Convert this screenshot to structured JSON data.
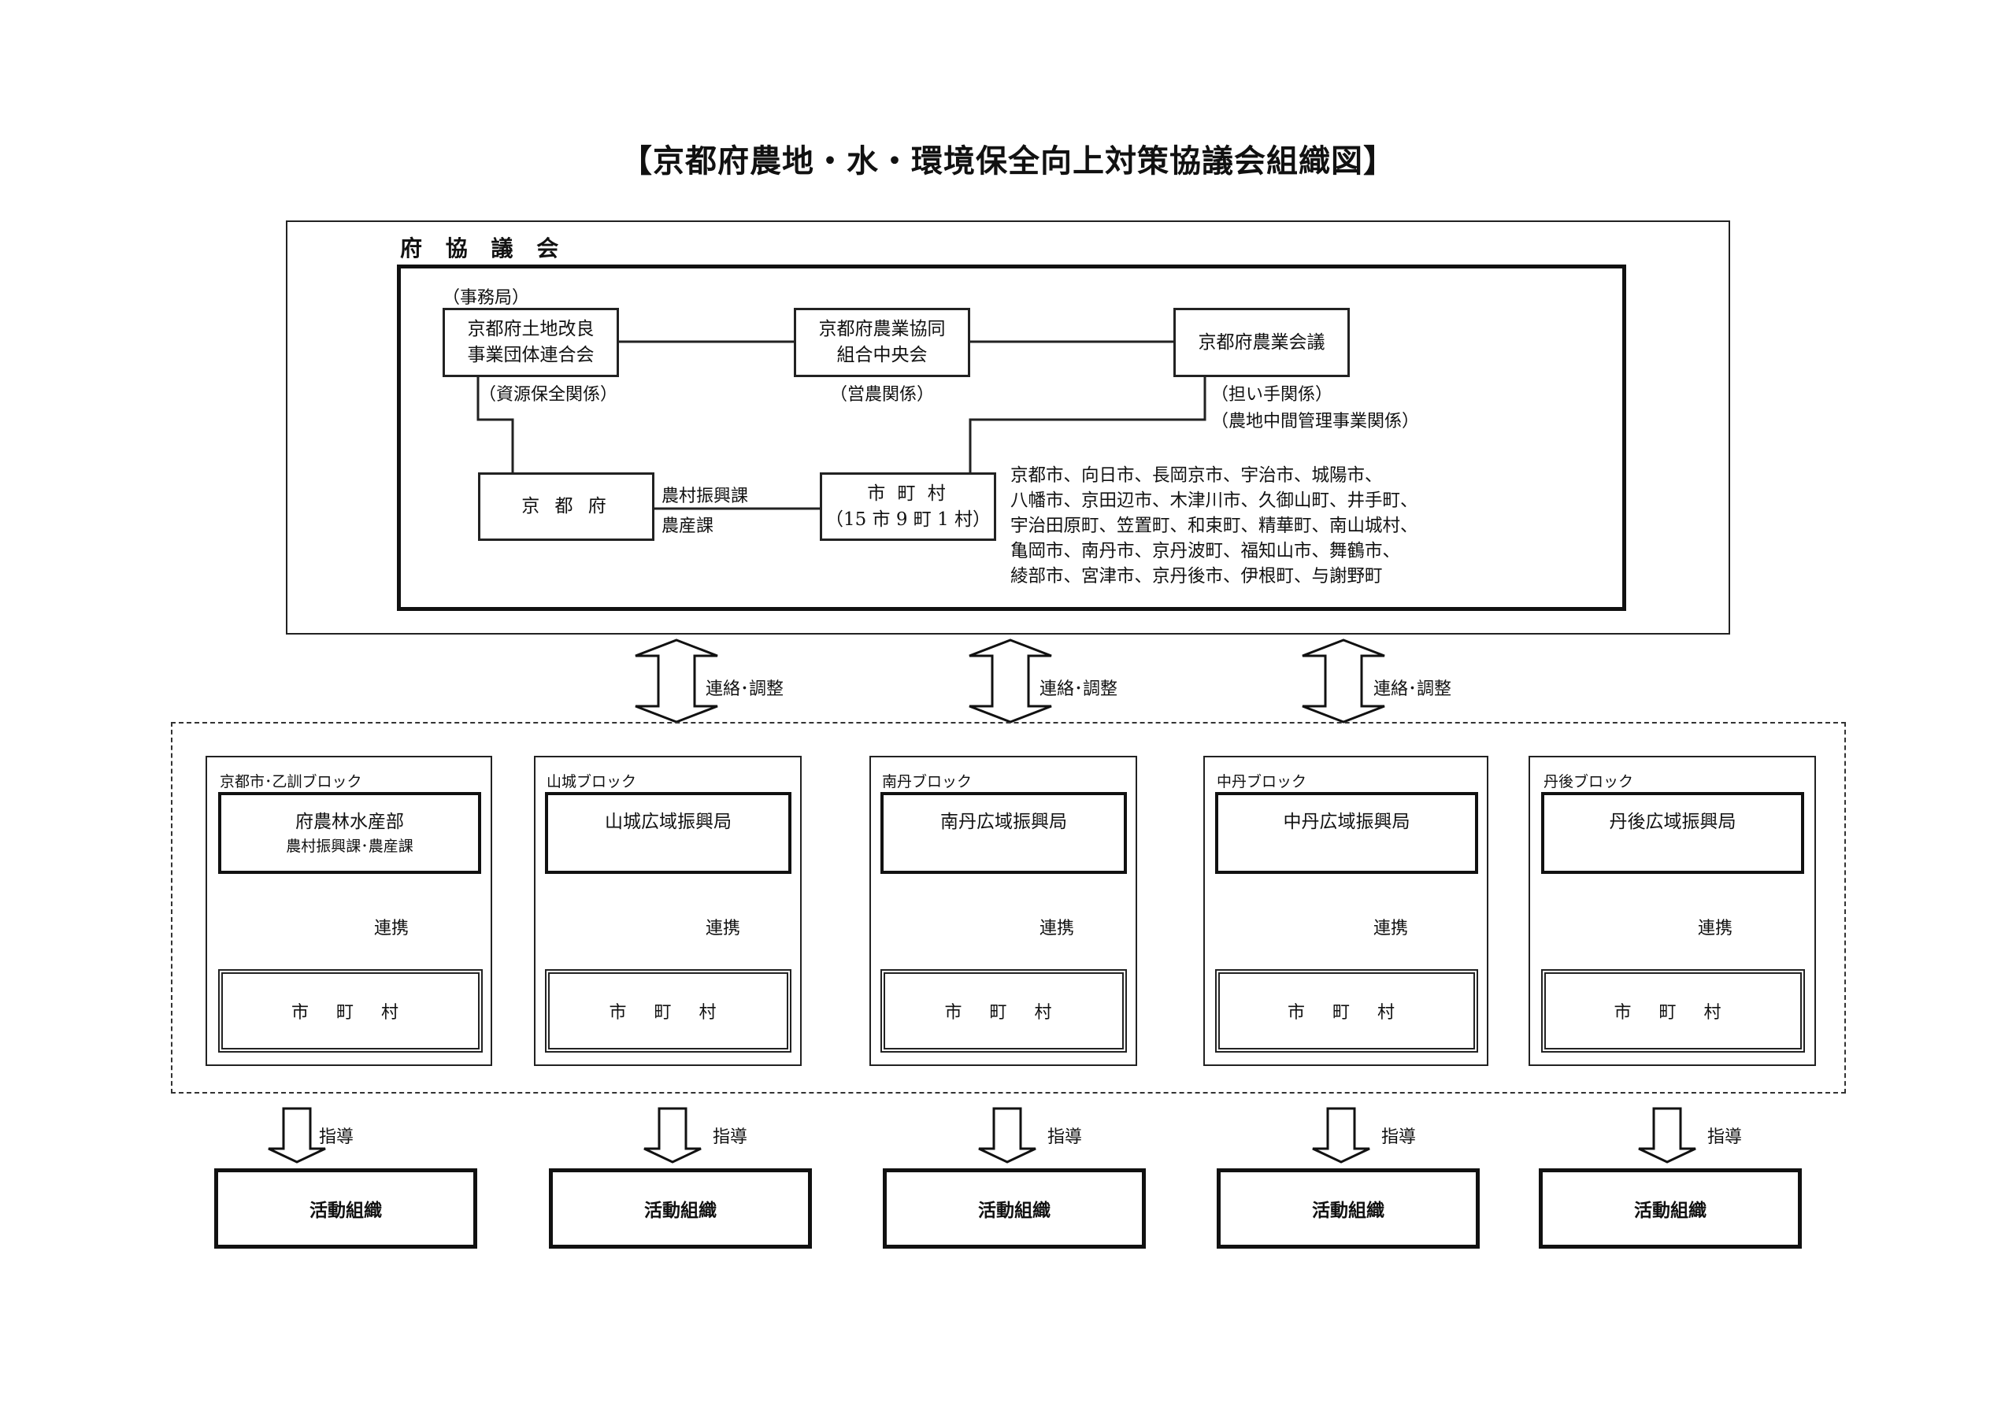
{
  "title": "【京都府農地・水・環境保全向上対策協議会組織図】",
  "council": {
    "label": "府 協 議 会",
    "secretariat_note": "（事務局）",
    "land_improvement": {
      "line1": "京都府土地改良",
      "line2": "事業団体連合会",
      "relation": "（資源保全関係）"
    },
    "ja_central": {
      "line1": "京都府農業協同",
      "line2": "組合中央会",
      "relation": "（営農関係）"
    },
    "agri_council": {
      "line1": "京都府農業会議",
      "relation1": "（担い手関係）",
      "relation2": "（農地中間管理事業関係）"
    },
    "prefecture": {
      "label": "京 都 府",
      "dept1": "農村振興課",
      "dept2": "農産課"
    },
    "municipalities": {
      "line1": "市 町 村",
      "line2": "（15 市 9 町 1 村）",
      "list": [
        "京都市、向日市、長岡京市、宇治市、城陽市、",
        "八幡市、京田辺市、木津川市、久御山町、井手町、",
        "宇治田原町、笠置町、和束町、精華町、南山城村、",
        "亀岡市、南丹市、京丹波町、福知山市、舞鶴市、",
        "綾部市、宮津市、京丹後市、伊根町、与謝野町"
      ]
    }
  },
  "coordination_arrows": [
    "連絡･調整",
    "連絡･調整",
    "連絡･調整"
  ],
  "blocks": [
    {
      "label": "京都市･乙訓ブロック",
      "office": "府農林水産部",
      "office_sub": "農村振興課･農産課",
      "link": "連携",
      "municipality": "市 町 村",
      "guidance": "指導",
      "activity": "活動組織"
    },
    {
      "label": "山城ブロック",
      "office": "山城広域振興局",
      "office_sub": "",
      "link": "連携",
      "municipality": "市 町 村",
      "guidance": "指導",
      "activity": "活動組織"
    },
    {
      "label": "南丹ブロック",
      "office": "南丹広域振興局",
      "office_sub": "",
      "link": "連携",
      "municipality": "市 町 村",
      "guidance": "指導",
      "activity": "活動組織"
    },
    {
      "label": "中丹ブロック",
      "office": "中丹広域振興局",
      "office_sub": "",
      "link": "連携",
      "municipality": "市 町 村",
      "guidance": "指導",
      "activity": "活動組織"
    },
    {
      "label": "丹後ブロック",
      "office": "丹後広域振興局",
      "office_sub": "",
      "link": "連携",
      "municipality": "市 町 村",
      "guidance": "指導",
      "activity": "活動組織"
    }
  ]
}
